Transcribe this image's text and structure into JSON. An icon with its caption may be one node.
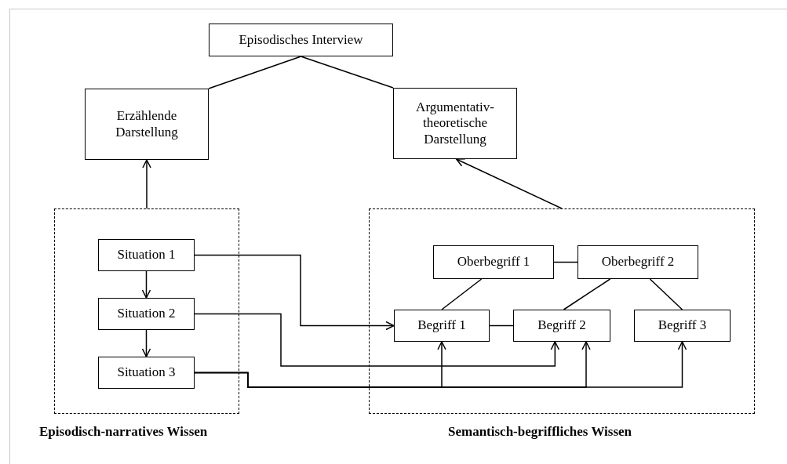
{
  "diagram": {
    "nodes": [
      {
        "text": [
          "Episodisches Interview"
        ]
      },
      {
        "text": [
          "Erzählende Darstellung"
        ]
      },
      {
        "text": [
          "Argumentativ- theoretische Darstellung"
        ]
      },
      {
        "text": [
          "Episodisch-narratives Wissen"
        ]
      },
      {
        "text": [
          "Situation 1"
        ],
        "in": 3
      },
      {
        "text": [
          "Situation 2"
        ],
        "in": 3
      },
      {
        "text": [
          "Situation 3"
        ],
        "in": 3
      },
      {
        "text": [
          "Semantisch-begriffliches Wissen"
        ]
      },
      {
        "text": [
          "Oberbegriff 1"
        ],
        "in": 7
      },
      {
        "text": [
          "Oberbegriff 2"
        ],
        "in": 7
      },
      {
        "text": [
          "Begriff 1"
        ],
        "in": 7
      },
      {
        "text": [
          "Begriff 2"
        ],
        "in": 7
      },
      {
        "text": [
          "Begriff 3"
        ],
        "in": 7
      }
    ],
    "edges": [
      {
        "from": 0,
        "to": 1,
        "arrow": "none"
      },
      {
        "from": 0,
        "to": 2,
        "arrow": "none"
      },
      {
        "from": 3,
        "to": 1,
        "arrow": "to"
      },
      {
        "from": 7,
        "to": 2,
        "arrow": "to"
      },
      {
        "from": 4,
        "to": 5,
        "arrow": "to"
      },
      {
        "from": 5,
        "to": 6,
        "arrow": "to"
      },
      {
        "from": 4,
        "to": 10,
        "arrow": "to"
      },
      {
        "from": 5,
        "to": 11,
        "arrow": "to"
      },
      {
        "from": 6,
        "to": 10,
        "arrow": "to"
      },
      {
        "from": 6,
        "to": 11,
        "arrow": "to"
      },
      {
        "from": 6,
        "to": 12,
        "arrow": "to"
      },
      {
        "from": 8,
        "to": 9,
        "arrow": "none"
      },
      {
        "from": 8,
        "to": 10,
        "arrow": "none"
      },
      {
        "from": 9,
        "to": 11,
        "arrow": "none"
      },
      {
        "from": 9,
        "to": 12,
        "arrow": "none"
      },
      {
        "from": 10,
        "to": 11,
        "arrow": "none"
      }
    ]
  }
}
